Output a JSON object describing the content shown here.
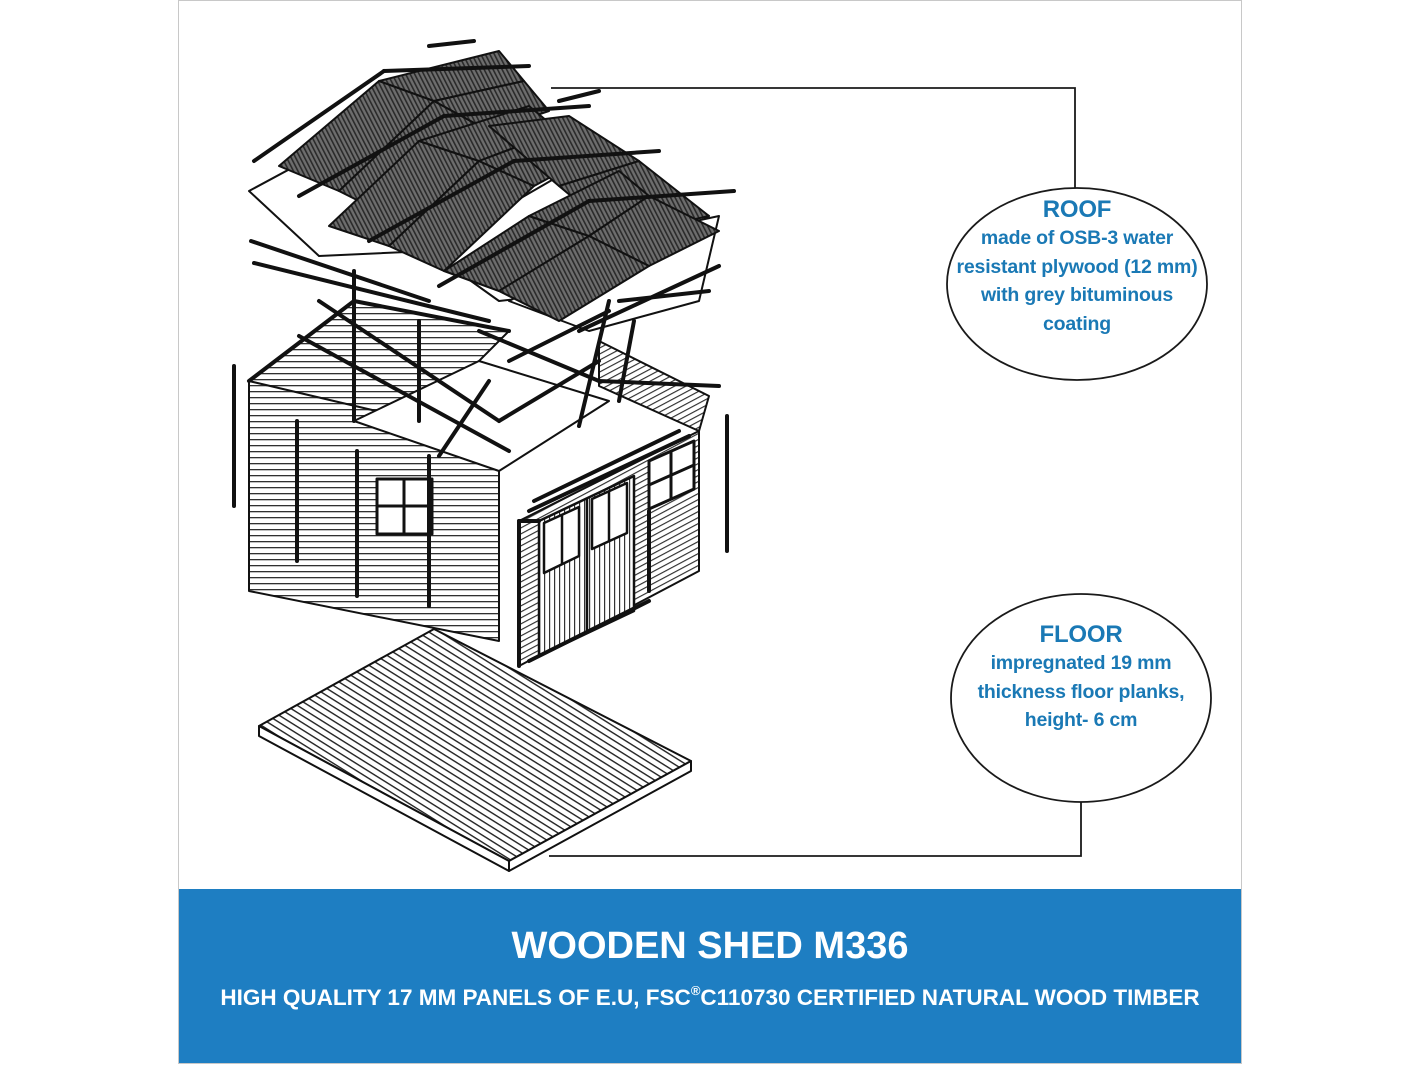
{
  "callouts": [
    {
      "heading": "ROOF",
      "lines": [
        "made of OSB-3 water",
        "resistant plywood (12 mm)",
        "with grey bituminous",
        "coating"
      ]
    },
    {
      "heading": "FLOOR",
      "lines": [
        "impregnated 19 mm",
        "thickness floor planks,",
        "height- 6 cm"
      ]
    }
  ],
  "banner": {
    "title": "WOODEN SHED M336",
    "subtitle_before": "HIGH QUALITY 17 MM PANELS OF E.U, FSC",
    "subtitle_mark": "®",
    "subtitle_after": "C110730 CERTIFIED NATURAL WOOD TIMBER"
  },
  "colors": {
    "accent_text": "#1a79b5",
    "banner_bg": "#1e7ec2",
    "banner_text": "#ffffff",
    "line_art": "#1a1a1a"
  }
}
